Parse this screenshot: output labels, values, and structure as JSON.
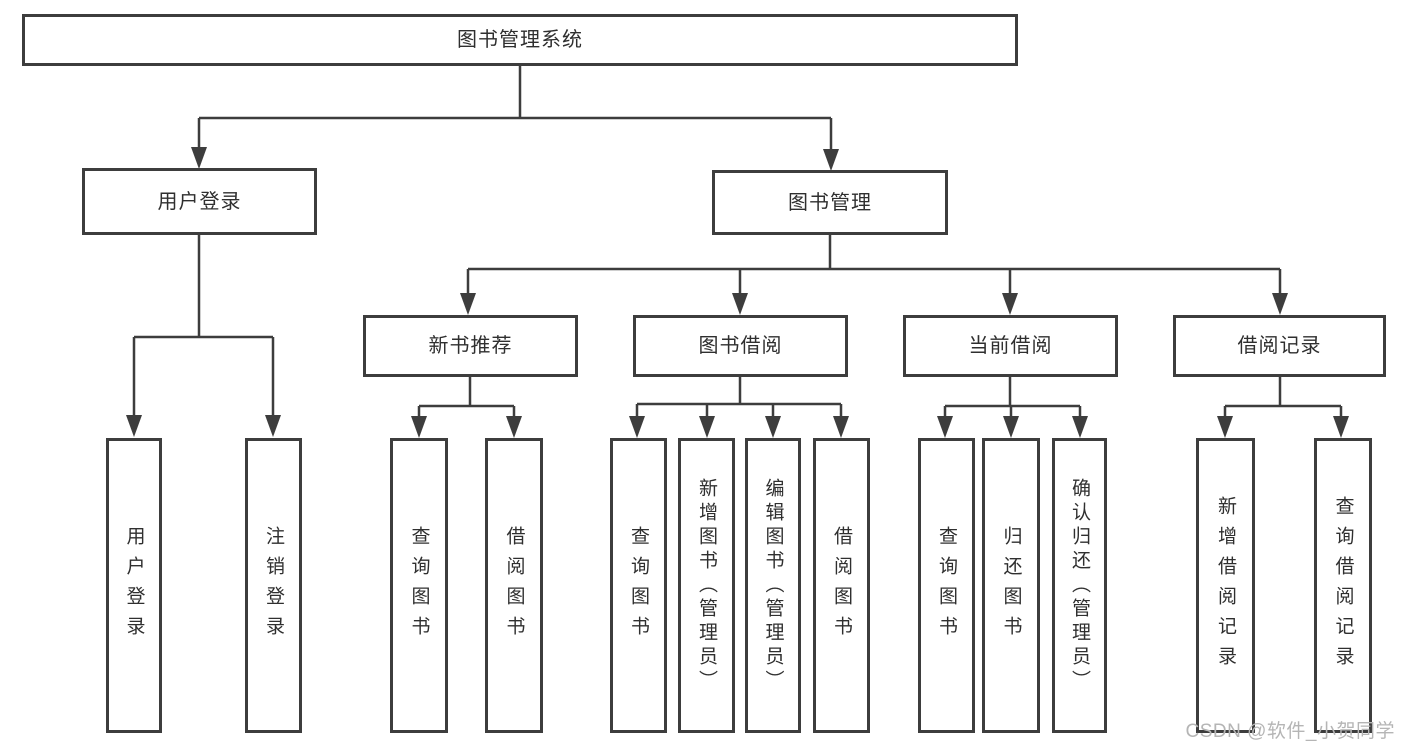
{
  "diagram": {
    "title": "图书管理系统",
    "watermark": "CSDN @软件_小贺同学",
    "colors": {
      "line": "#3d3d3d",
      "node_border": "#3d3d3d",
      "node_text": "#2f2f2f",
      "background": "#ffffff",
      "watermark_text": "#b5b5b5"
    },
    "nodes": {
      "root": "图书管理系统",
      "user_login": "用户登录",
      "book_mgmt": "图书管理",
      "user_login_action": "用户登录",
      "logout_action": "注销登录",
      "new_book_rec": "新书推荐",
      "book_borrow": "图书借阅",
      "current_borrow": "当前借阅",
      "borrow_record": "借阅记录",
      "rec_query_book": "查询图书",
      "rec_borrow_book": "借阅图书",
      "bb_query_book": "查询图书",
      "bb_add_book": "新增图书（管理员）",
      "bb_edit_book": "编辑图书（管理员）",
      "bb_borrow_book": "借阅图书",
      "cb_query_book": "查询图书",
      "cb_return_book": "归还图书",
      "cb_confirm_return": "确认归还（管理员）",
      "br_add_record": "新增借阅记录",
      "br_query_record": "查询借阅记录"
    }
  }
}
